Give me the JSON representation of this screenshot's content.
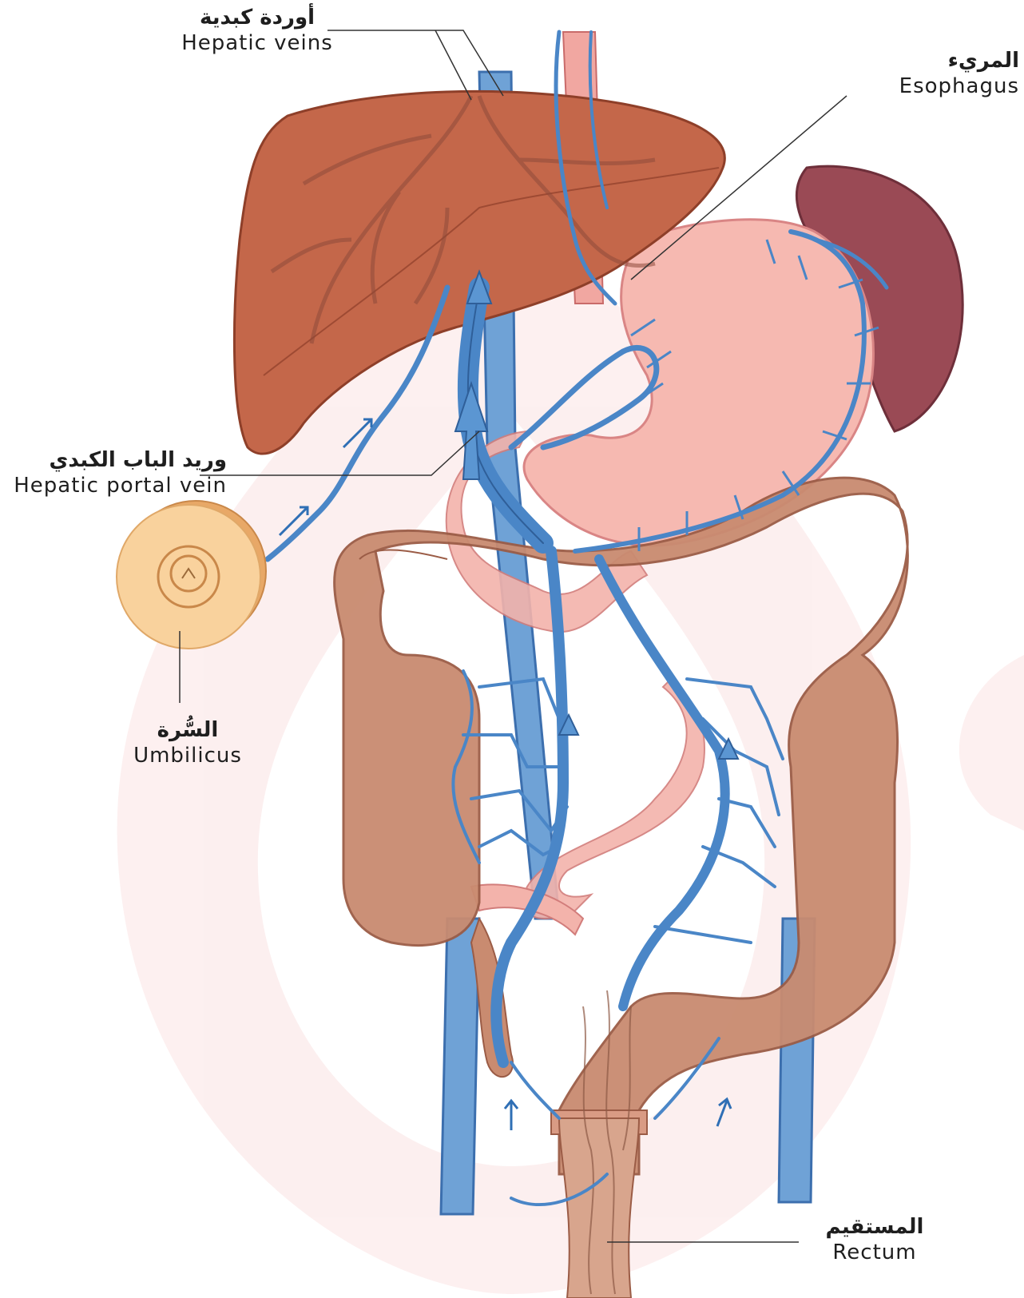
{
  "labels": {
    "hepatic_veins": {
      "ar": "أوردة كبدية",
      "en": "Hepatic veins"
    },
    "esophagus": {
      "ar": "المريء",
      "en": "Esophagus"
    },
    "portal_vein": {
      "ar": "وريد الباب الكبدي",
      "en": "Hepatic portal vein"
    },
    "umbilicus": {
      "ar": "السُّرة",
      "en": "Umbilicus"
    },
    "rectum": {
      "ar": "المستقيم",
      "en": "Rectum"
    }
  },
  "colors": {
    "liver": "#c4674a",
    "stomach": "#f6b9b1",
    "spleen": "#9a4a55",
    "colon": "#c98b70",
    "vein": "#4a86c7",
    "umbilicus": "#f7c98f",
    "watermark": "#fbeaea"
  }
}
